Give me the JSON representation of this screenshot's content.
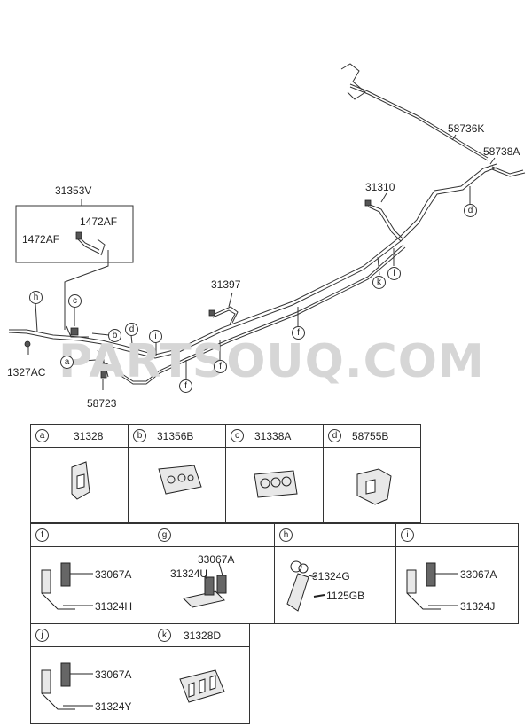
{
  "watermark": "PARTSOUQ.COM",
  "labels": {
    "l58736K": "58736K",
    "l58738A": "58738A",
    "l31310": "31310",
    "l31353V": "31353V",
    "l1472AF_a": "1472AF",
    "l1472AF_b": "1472AF",
    "l31397": "31397",
    "l1327AC": "1327AC",
    "l58723": "58723"
  },
  "callouts": {
    "a": "a",
    "b": "b",
    "c": "c",
    "d": "d",
    "f": "f",
    "h": "h",
    "i": "i",
    "j": "j",
    "k": "k",
    "l": "l"
  },
  "table": {
    "row1": [
      {
        "letter": "a",
        "code": "31328"
      },
      {
        "letter": "b",
        "code": "31356B"
      },
      {
        "letter": "c",
        "code": "31338A"
      },
      {
        "letter": "d",
        "code": "58755B"
      }
    ],
    "row2": [
      {
        "letter": "f",
        "parts": [
          "33067A",
          "31324H"
        ]
      },
      {
        "letter": "g",
        "parts": [
          "33067A",
          "31324U"
        ]
      },
      {
        "letter": "h",
        "parts": [
          "31324G",
          "1125GB"
        ]
      },
      {
        "letter": "i",
        "parts": [
          "33067A",
          "31324J"
        ]
      }
    ],
    "row3": [
      {
        "letter": "j",
        "parts": [
          "33067A",
          "31324Y"
        ]
      },
      {
        "letter": "k",
        "code": "31328D"
      }
    ]
  }
}
